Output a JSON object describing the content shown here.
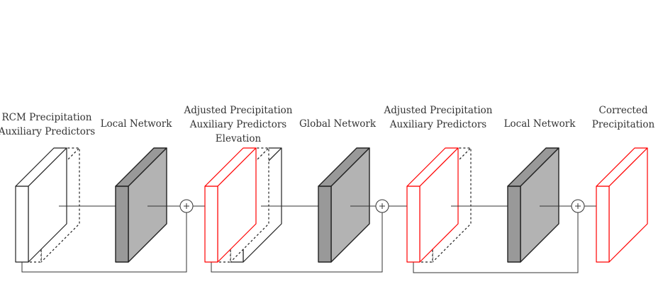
{
  "labels": {
    "input": [
      "RCM Precipitation",
      "Auxiliary Predictors"
    ],
    "local_network_1": "Local Network",
    "adjusted_1": [
      "Adjusted Precipitation",
      "Auxiliary Predictors",
      "Elevation"
    ],
    "global_network": "Global Network",
    "adjusted_2": [
      "Adjusted Precipitation",
      "Auxiliary Predictors"
    ],
    "local_network_2": "Local Network",
    "output": [
      "Corrected",
      "Precipitation"
    ]
  },
  "colors": {
    "precip": "#ff0000",
    "stroke": "#222222",
    "network_front": "#999999",
    "network_side": "#b3b3b3"
  }
}
